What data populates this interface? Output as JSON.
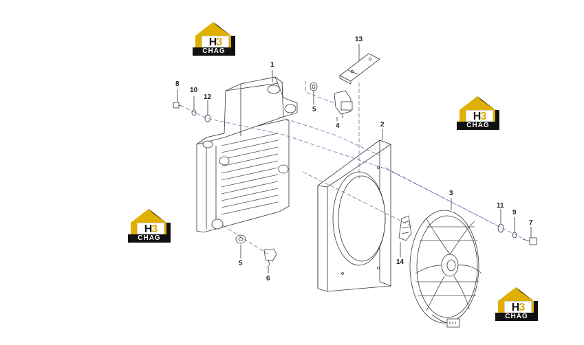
{
  "callouts": {
    "c1": "1",
    "c2": "2",
    "c3": "3",
    "c4": "4",
    "c5a": "5",
    "c5b": "5",
    "c6": "6",
    "c7": "7",
    "c8": "8",
    "c9": "9",
    "c10": "10",
    "c11": "11",
    "c12": "12",
    "c13": "13",
    "c14": "14"
  },
  "logos": [
    {
      "letter_a": "H",
      "letter_b": "3",
      "brand": "CHAG"
    },
    {
      "letter_a": "H",
      "letter_b": "3",
      "brand": "CHAG"
    },
    {
      "letter_a": "H",
      "letter_b": "3",
      "brand": "CHAG"
    },
    {
      "letter_a": "H",
      "letter_b": "3",
      "brand": "CHAG"
    }
  ],
  "colors": {
    "logo_yellow": "#e0b000",
    "logo_black": "#111111",
    "line": "#333333",
    "dash": "#6f6faf"
  }
}
